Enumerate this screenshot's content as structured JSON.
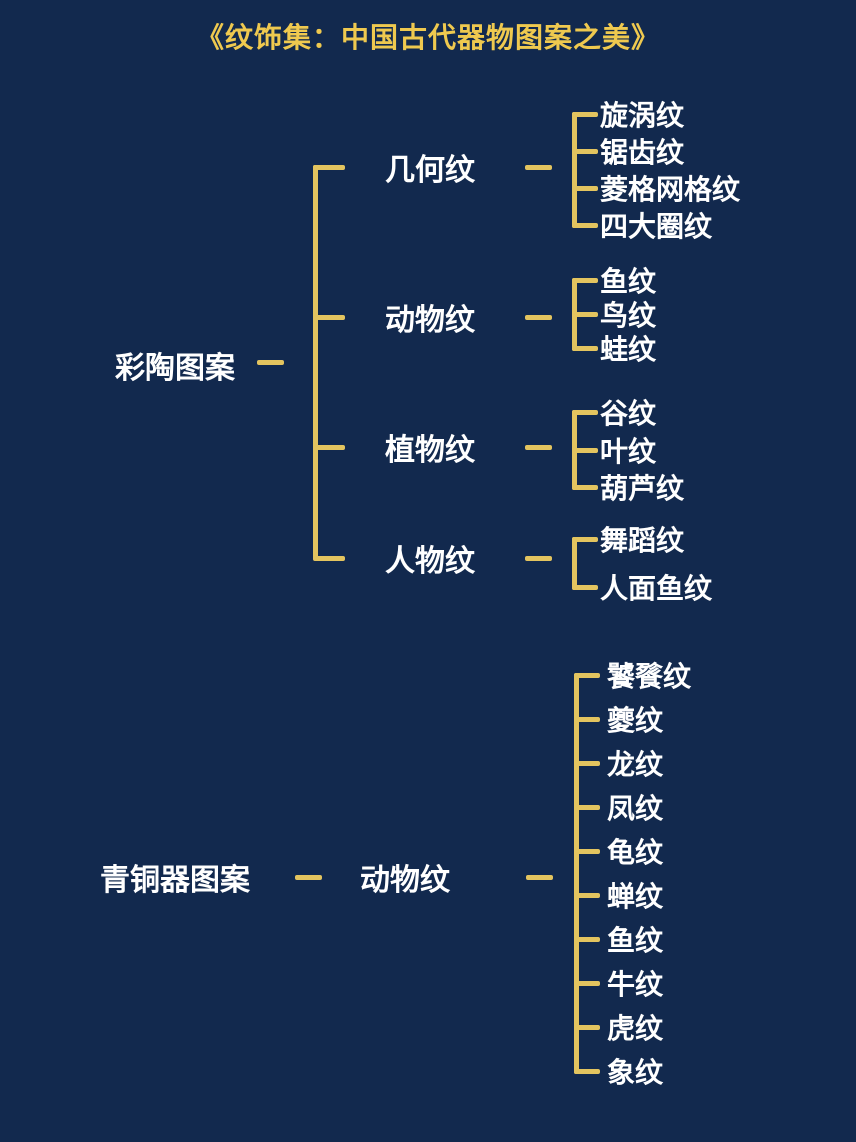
{
  "title": "《纹饰集：中国古代器物图案之美》",
  "colors": {
    "background": "#12294E",
    "connector_line": "#E3C45F",
    "title_text": "#EFC94F",
    "node_text": "#FFFFFF"
  },
  "sections": [
    {
      "label": "彩陶图案",
      "groups": [
        {
          "label": "几何纹",
          "children": [
            "旋涡纹",
            "锯齿纹",
            "菱格网格纹",
            "四大圈纹"
          ]
        },
        {
          "label": "动物纹",
          "children": [
            "鱼纹",
            "鸟纹",
            "蛙纹"
          ]
        },
        {
          "label": "植物纹",
          "children": [
            "谷纹",
            "叶纹",
            "葫芦纹"
          ]
        },
        {
          "label": "人物纹",
          "children": [
            "舞蹈纹",
            "人面鱼纹"
          ]
        }
      ]
    },
    {
      "label": "青铜器图案",
      "groups": [
        {
          "label": "动物纹",
          "children": [
            "饕餮纹",
            "夔纹",
            "龙纹",
            "凤纹",
            "龟纹",
            "蝉纹",
            "鱼纹",
            "牛纹",
            "虎纹",
            "象纹"
          ]
        }
      ]
    }
  ]
}
